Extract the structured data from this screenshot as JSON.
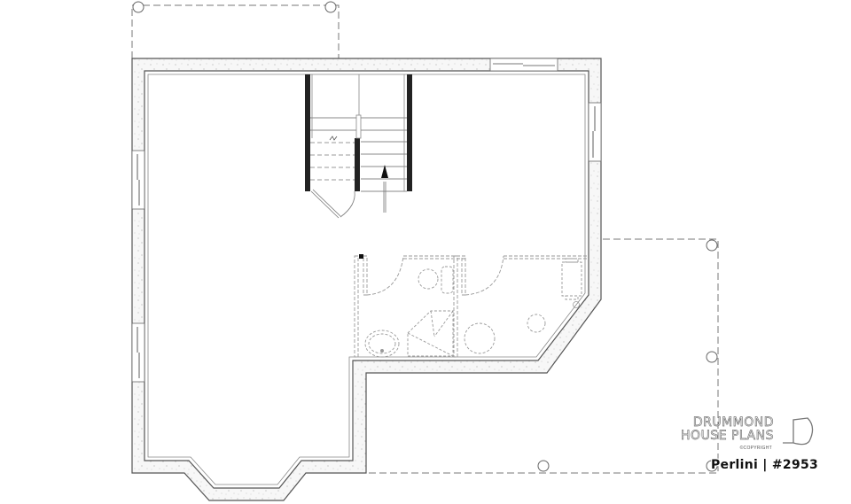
{
  "plan": {
    "level": "basement",
    "rooms": [
      {
        "id": "open-basement",
        "label": ""
      },
      {
        "id": "stairwell",
        "label": ""
      },
      {
        "id": "powder-room",
        "label": ""
      },
      {
        "id": "laundry-utility",
        "label": ""
      }
    ],
    "fixtures": [
      "stairs-up",
      "toilet",
      "sink",
      "shower",
      "water-heater",
      "furnace",
      "floor-drain"
    ],
    "line_color": "#444444",
    "wall_fill": "#f4f4f4"
  },
  "branding": {
    "line1": "DRUMMOND",
    "line2": "HOUSE PLANS",
    "copyright": "©COPYRIGHT"
  },
  "caption": {
    "text": "Perlini | #2953"
  }
}
